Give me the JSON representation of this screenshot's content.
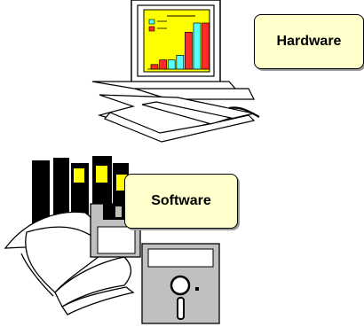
{
  "hardware": {
    "label": "Hardware"
  },
  "software": {
    "label": "Software"
  },
  "colors": {
    "monitor_screen": "#ffff00",
    "bar_red": "#ff2a2a",
    "bar_cyan": "#55ffff",
    "box_fill": "#ffffcc",
    "disk_gray": "#c0c0c0",
    "book_yellow": "#ffff00"
  },
  "chart_in_monitor": {
    "values": [
      1,
      2,
      2,
      3,
      8,
      10,
      10
    ]
  }
}
